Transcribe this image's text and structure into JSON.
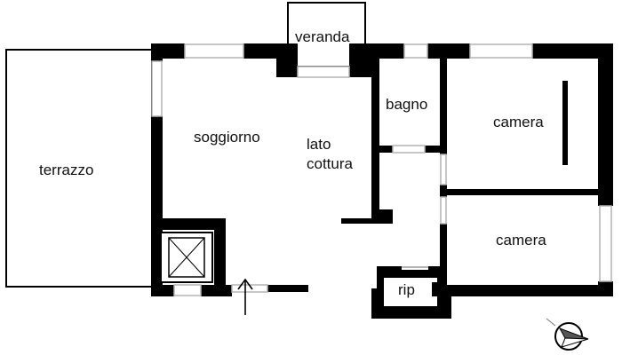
{
  "floorplan": {
    "rooms": {
      "terrazzo": "terrazzo",
      "veranda": "veranda",
      "soggiorno": "soggiorno",
      "lato_cottura_line1": "lato",
      "lato_cottura_line2": "cottura",
      "bagno": "bagno",
      "camera_1": "camera",
      "camera_2": "camera",
      "rip": "rip"
    },
    "entrance_icon": "arrow-up-icon",
    "compass_icon": "compass-icon",
    "colors": {
      "wall": "#000000",
      "background": "#ffffff",
      "line": "#000000",
      "window": "#b4b4b4"
    }
  }
}
